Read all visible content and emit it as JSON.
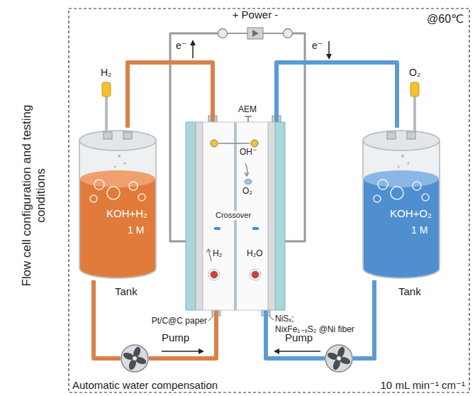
{
  "diagram": {
    "nodes": [
      {
        "text": [
          "+ Power -"
        ]
      },
      {
        "text": [
          "KOH+H₂",
          "1 M",
          "Tank"
        ]
      },
      {
        "text": [
          "AEM"
        ]
      },
      {
        "text": [
          "KOH+O₂",
          "1 M",
          "Tank"
        ]
      },
      {
        "text": [
          "Pump"
        ]
      },
      {
        "text": [
          "Pump"
        ]
      }
    ],
    "edges": [
      {
        "from": 2,
        "to": 0,
        "arrow": "none"
      },
      {
        "from": 0,
        "to": 2,
        "arrow": "none"
      },
      {
        "from": 2,
        "to": 1,
        "arrow": "none"
      },
      {
        "from": 1,
        "to": 4,
        "arrow": "none"
      },
      {
        "from": 4,
        "to": 2,
        "arrow": "none"
      },
      {
        "from": 2,
        "to": 3,
        "arrow": "none"
      },
      {
        "from": 3,
        "to": 5,
        "arrow": "none"
      },
      {
        "from": 5,
        "to": 2,
        "arrow": "none"
      }
    ],
    "labels": [
      "Flow cell configuration and testing conditions",
      "@60℃",
      "e⁻",
      "e⁻",
      "H₂",
      "O₂",
      "OH⁻",
      "O₂",
      "Crossover",
      "H₂",
      "H₂O",
      "Pt/C@C paper",
      "NiSₓ;",
      "NixFe₁₋ₓS₂ @Ni fiber",
      "Automatic water compensation",
      "10 mL min⁻¹ cm⁻¹"
    ]
  }
}
